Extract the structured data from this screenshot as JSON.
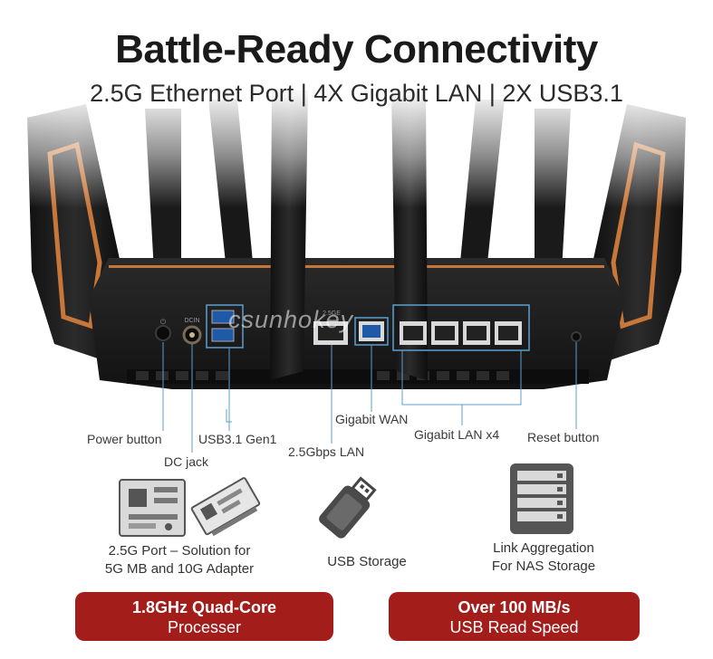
{
  "header": {
    "title": "Battle-Ready Connectivity",
    "subtitle": "2.5G Ethernet Port | 4X Gigabit LAN | 2X USB3.1"
  },
  "watermark": "csunhokey",
  "router_labels": {
    "dc_top": "DCIN",
    "lan25_top": "2.5GE"
  },
  "callouts": {
    "power_button": "Power button",
    "dc_jack": "DC jack",
    "usb": "USB3.1 Gen1",
    "lan_25g": "2.5Gbps LAN",
    "wan": "Gigabit WAN",
    "lan_x4": "Gigabit LAN x4",
    "reset": "Reset button"
  },
  "features": [
    {
      "icon": "motherboard-and-adapter-icon",
      "line1": "2.5G Port – Solution for",
      "line2": "5G MB and 10G Adapter"
    },
    {
      "icon": "usb-drive-icon",
      "line1": "USB Storage",
      "line2": ""
    },
    {
      "icon": "nas-storage-icon",
      "line1": "Link Aggregation",
      "line2": "For NAS Storage"
    }
  ],
  "badges": [
    {
      "line1": "1.8GHz Quad-Core",
      "line2": "Processer"
    },
    {
      "line1": "Over 100 MB/s",
      "line2": "USB Read Speed"
    }
  ],
  "colors": {
    "accent_red": "#a31d1b",
    "router_body": "#1c1c1c",
    "copper_trim": "#c8773a",
    "callout_line": "#5b9fd0"
  }
}
